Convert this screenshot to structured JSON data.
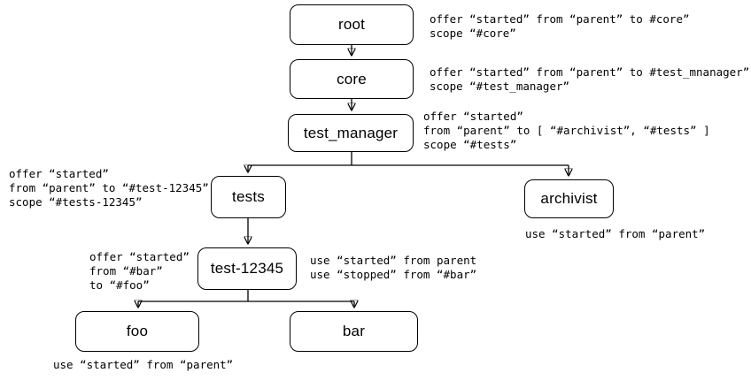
{
  "nodes": {
    "root": {
      "label": "root"
    },
    "core": {
      "label": "core"
    },
    "test_manager": {
      "label": "test_manager"
    },
    "tests": {
      "label": "tests"
    },
    "archivist": {
      "label": "archivist"
    },
    "test_12345": {
      "label": "test-12345"
    },
    "foo": {
      "label": "foo"
    },
    "bar": {
      "label": "bar"
    }
  },
  "annotations": {
    "root": "offer “started” from “parent” to #core”\nscope “#core”",
    "core": "offer “started” from “parent” to #test_mnanager”\nscope “#test_manager”",
    "test_manager": "offer “started”\nfrom “parent” to [ “#archivist”, “#tests” ]\nscope “#tests”",
    "tests": "offer “started”\nfrom “parent” to “#test-12345”\nscope “#tests-12345”",
    "archivist": "use “started” from “parent”",
    "test_12345_left": "offer “started”\nfrom “#bar”\nto “#foo”",
    "test_12345_right": "use “started” from parent\nuse “stopped” from “#bar”",
    "foo": "use “started” from “parent”"
  },
  "colors": {
    "background": "#ffffff",
    "box_fill": "#ffffff",
    "box_border": "#000000",
    "line": "#000000",
    "text": "#000000"
  }
}
